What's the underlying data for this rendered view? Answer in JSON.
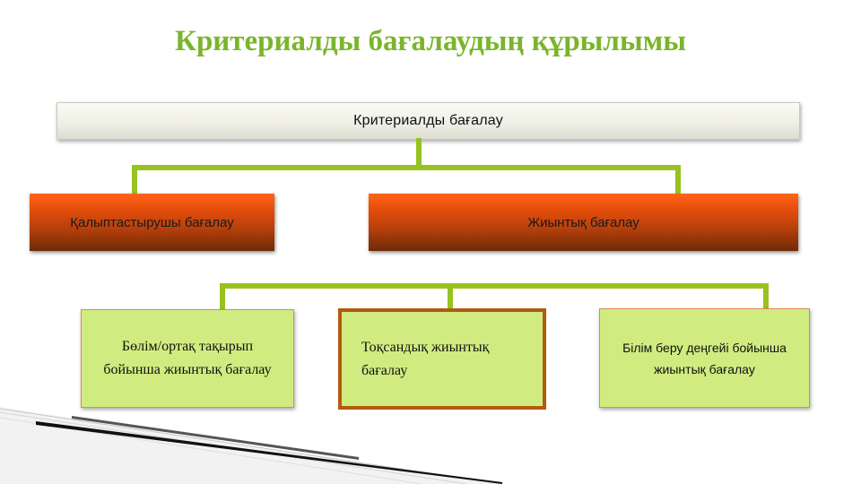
{
  "title": "Критериалды  бағалаудың құрылымы",
  "root": {
    "label": "Критериалды бағалау"
  },
  "level2": [
    {
      "label": "Қалыптастырушы бағалау"
    },
    {
      "label": "Жиынтық бағалау"
    }
  ],
  "level3": [
    {
      "label": "Бөлім/ортақ тақырып бойынша жиынтық бағалау"
    },
    {
      "label": "Тоқсандық жиынтық бағалау"
    },
    {
      "label": "Білім беру деңгейі бойынша жиынтық бағалау"
    }
  ],
  "colors": {
    "title": "#7ab52b",
    "connector": "#97c21f",
    "orange_top": "#ff6418",
    "orange_bottom": "#6e2b07",
    "green_fill": "#d0ec80",
    "selected_border": "#b25a10"
  }
}
